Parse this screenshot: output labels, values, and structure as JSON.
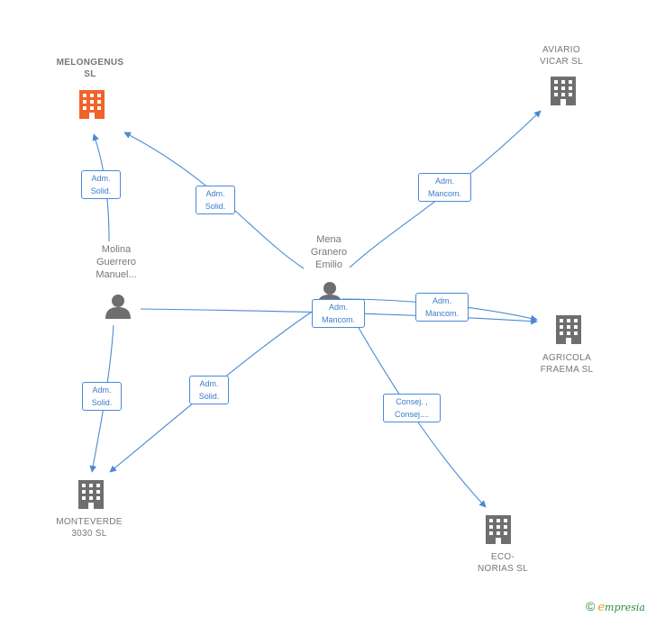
{
  "colors": {
    "edge": "#4a8ad6",
    "company_icon": "#6e6e6e",
    "highlight_company_icon": "#f2632a",
    "person_icon": "#6e6e6e",
    "label_text": "#777777",
    "edge_label_text": "#3a7ccc"
  },
  "nodes": {
    "melongenus": {
      "name": "MELONGENUS\nSL",
      "icon": "building-icon"
    },
    "aviario": {
      "name": "AVIARIO\nVICAR  SL",
      "icon": "building-icon"
    },
    "agricola": {
      "name": "AGRICOLA\nFRAEMA  SL",
      "icon": "building-icon"
    },
    "monteverde": {
      "name": "MONTEVERDE\n3030  SL",
      "icon": "building-icon"
    },
    "econorias": {
      "name": "ECO-\nNORIAS SL",
      "icon": "building-icon"
    },
    "molina": {
      "name": "Molina\nGuerrero\nManuel...",
      "icon": "person-icon"
    },
    "mena": {
      "name": "Mena\nGranero\nEmilio",
      "icon": "person-icon"
    }
  },
  "edges": {
    "molina_melongenus": "Adm.\nSolid.",
    "mena_melongenus": "Adm.\nSolid.",
    "mena_aviario": "Adm.\nMancom.",
    "mena_agricola": "Adm.\nMancom.",
    "molina_agricola": "Adm.\nMancom.",
    "mena_monteverde": "Adm.\nSolid.",
    "molina_monteverde": "Adm.\nSolid.",
    "mena_econorias": "Consej. ,\nConsej...."
  },
  "footer": {
    "copyright": "©",
    "brand_initial": "e",
    "brand_rest": "mpresia"
  }
}
